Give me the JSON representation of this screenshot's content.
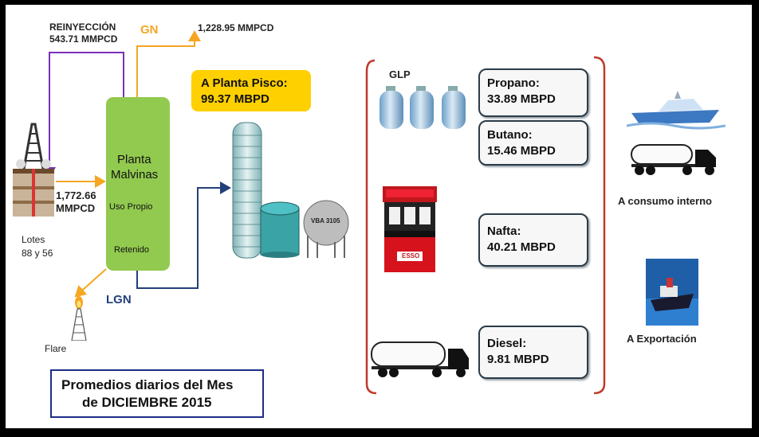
{
  "diagram": {
    "reinjection_label": "REINYECCIÓN",
    "reinjection_value": "543.71 MMPCD",
    "gn_label": "GN",
    "gn_value": "1,228.95 MMPCD",
    "pisco_label": "A Planta Pisco:",
    "pisco_value": "99.37 MBPD",
    "feed_value": "1,772.66",
    "feed_unit": "MMPCD",
    "lotes_line1": "Lotes",
    "lotes_line2": "88 y 56",
    "plant_name_line1": "Planta",
    "plant_name_line2": "Malvinas",
    "plant_uso": "Uso Propio",
    "plant_retenido": "Retenido",
    "lgn_label": "LGN",
    "flare_label": "Flare",
    "tank_label": "VBA 3105",
    "glp_label": "GLP",
    "pump_logo": "ESSO",
    "products": [
      {
        "name": "Propano:",
        "value": "33.89 MBPD"
      },
      {
        "name": "Butano:",
        "value": "15.46 MBPD"
      },
      {
        "name": "Nafta:",
        "value": "40.21 MBPD"
      },
      {
        "name": "Diesel:",
        "value": "9.81 MBPD"
      }
    ],
    "consumo_label": "A consumo interno",
    "export_label": "A Exportación",
    "summary_line1": "Promedios diarios del Mes",
    "summary_line2": "de DICIEMBRE 2015"
  },
  "colors": {
    "plant_green": "#92c94f",
    "gn_orange": "#f5a623",
    "reinjection_purple": "#7b2fb5",
    "lgn_blue": "#233f7a",
    "pisco_yellow": "#ffd000",
    "bracket_red": "#c0392b",
    "summary_border": "#1d2d87"
  }
}
